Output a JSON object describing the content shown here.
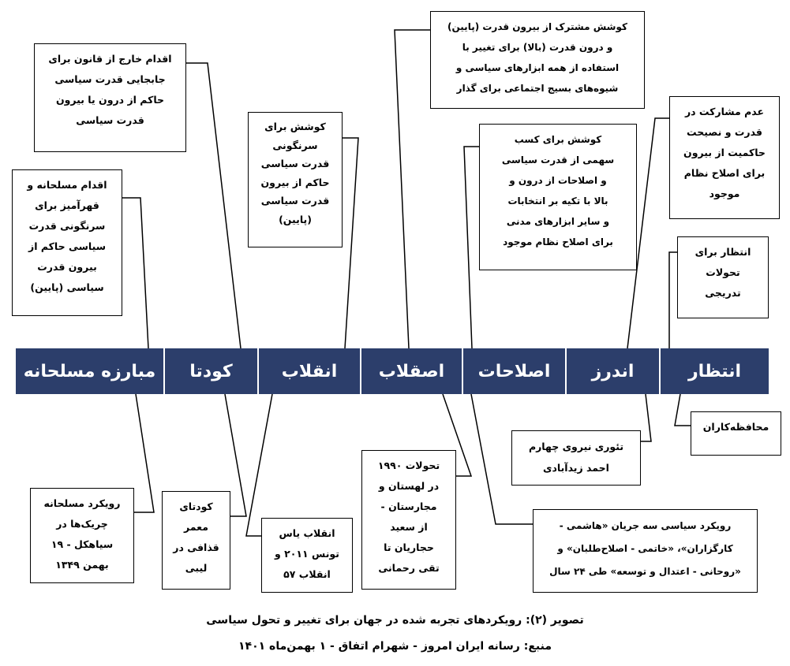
{
  "phases": [
    {
      "key": "mobarezeh",
      "label": "مبارزه مسلحانه"
    },
    {
      "key": "coup",
      "label": "کودتا"
    },
    {
      "key": "revolution",
      "label": "انقلاب"
    },
    {
      "key": "eslaab",
      "label": "اصقلاب"
    },
    {
      "key": "reform",
      "label": "اصلاحات"
    },
    {
      "key": "andarz",
      "label": "اندرز"
    },
    {
      "key": "entezar",
      "label": "انتظار"
    }
  ],
  "top_boxes": {
    "mobarezeh": [
      "اقدام مسلحانه و",
      "قهرآمیز برای",
      "سرنگونی قدرت",
      "سیاسی حاکم از",
      "بیرون قدرت",
      "سیاسی (پایین)"
    ],
    "coup": [
      "اقدام خارج از قانون برای",
      "جابجایی قدرت سیاسی",
      "حاکم از درون یا بیرون",
      "قدرت سیاسی"
    ],
    "revolution": [
      "کوشش برای",
      "سرنگونی",
      "قدرت سیاسی",
      "حاکم از بیرون",
      "قدرت سیاسی",
      "(پایین)"
    ],
    "eslaab": [
      "کوشش مشترک از بیرون قدرت (پایین)",
      "و درون قدرت (بالا) برای تغییر با",
      "استفاده از همه ابزارهای سیاسی و",
      "شیوه‌های بسیج اجتماعی برای گذار"
    ],
    "reform": [
      "کوشش برای کسب",
      "سهمی از قدرت سیاسی",
      "و اصلاحات از درون و",
      "بالا با تکیه بر انتخابات",
      "و سایر ابزارهای مدنی",
      "برای اصلاح نظام موجود"
    ],
    "andarz": [
      "عدم مشارکت در",
      "قدرت و نصیحت",
      "حاکمیت از بیرون",
      "برای اصلاح نظام",
      "موجود"
    ],
    "entezar": [
      "انتظار برای",
      "تحولات",
      "تدریجی"
    ]
  },
  "bottom_boxes": {
    "mobarezeh": [
      "رویکرد مسلحانه",
      "چریک‌ها در",
      "سیاهکل - ۱۹",
      "بهمن ۱۳۴۹"
    ],
    "coup": [
      "کودتای",
      "معمر",
      "قذافی در",
      "لیبی"
    ],
    "revolution": [
      "انقلاب یاس",
      "تونس ۲۰۱۱ و",
      "انقلاب ۵۷"
    ],
    "eslaab": [
      "تحولات ۱۹۹۰",
      "در لهستان و",
      "مجارستان -",
      "از سعید",
      "حجاریان تا",
      "تقی رحمانی"
    ],
    "reform": [
      "رویکرد سیاسی سه جریان «هاشمی -",
      "کارگزاران»، «خاتمی - اصلاح‌طلبان» و",
      "«روحانی - اعتدال و توسعه» طی ۲۴ سال"
    ],
    "andarz": [
      "تئوری نیروی چهارم",
      "احمد زیدآبادی"
    ],
    "entezar": [
      "محافظه‌کاران"
    ]
  },
  "caption": {
    "title": "تصویر (۲): رویکردهای تجربه شده در جهان برای تغییر و تحول سیاسی",
    "source": "منبع: رسانه ایران امروز - شهرام اتفاق - ۱ بهمن‌ماه ۱۴۰۱"
  },
  "colors": {
    "bar": "#2c3e6b",
    "bar_text": "#ffffff",
    "border": "#000000"
  }
}
